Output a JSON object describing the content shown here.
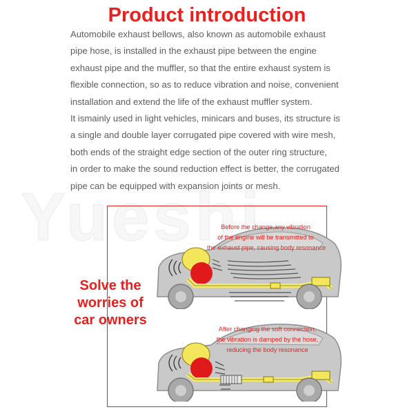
{
  "title": "Product introduction",
  "intro_lines": [
    "Automobile exhaust bellows, also known as automobile exhaust",
    "pipe hose, is installed in the exhaust pipe between the engine",
    "exhaust pipe and the muffler, so that the entire exhaust system is",
    "flexible connection, so as to reduce vibration and noise, convenient",
    "installation and extend the life of the exhaust muffler system.",
    "It ismainly used in light vehicles, minicars and buses, its structure is",
    "a single and double layer corrugated pipe covered with wire mesh,",
    "both ends of the straight edge section of the outer ring structure,",
    "in order to make the sound reduction effect is better, the corrugated",
    "pipe can be equipped with expansion joints or mesh."
  ],
  "watermark": "Yueshi",
  "side_note": [
    "Solve the",
    "worries of",
    "car owners"
  ],
  "before_note": [
    "Before the change,any vibration",
    "of the engine will be transmitted to",
    "the exhaust pipe, causing body resonance"
  ],
  "after_note": [
    "After changing the soft connection,",
    "the vibration is damped by the hose,",
    "reducing the body resonance"
  ],
  "colors": {
    "accent": "#e8211f",
    "body_text": "#5d5d5d",
    "car_body": "#c9c9c9",
    "pipe": "#f6ec6a",
    "engine_yellow": "#f3e65c",
    "engine_red": "#e01a1a"
  }
}
